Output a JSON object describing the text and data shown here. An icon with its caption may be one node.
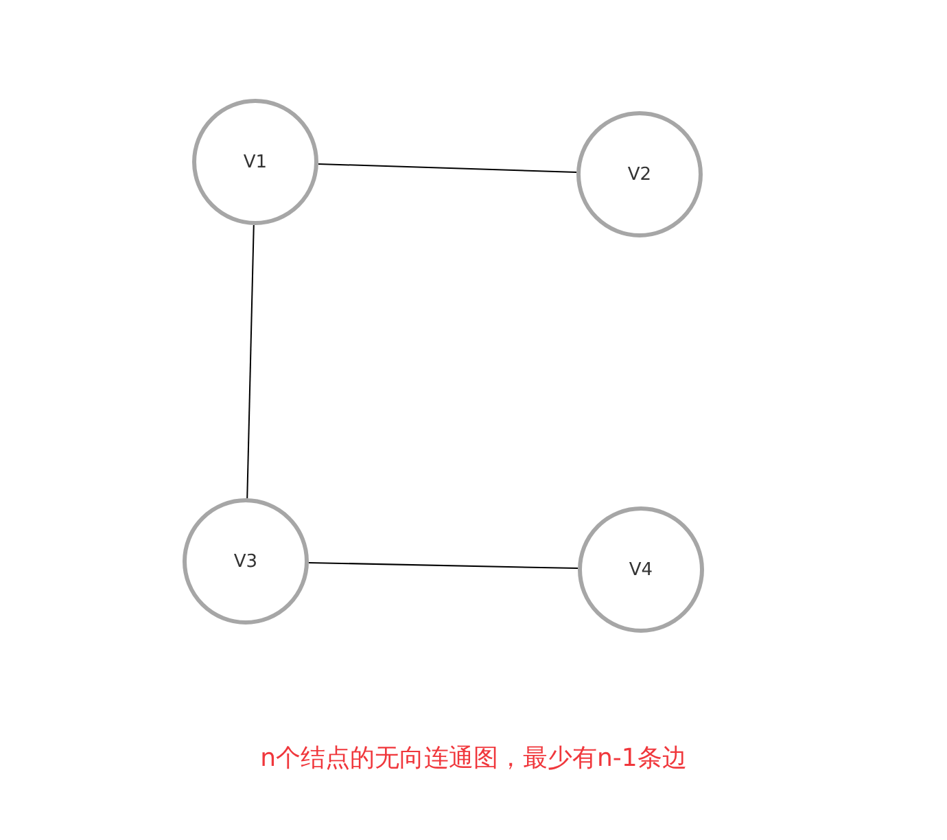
{
  "diagram": {
    "caption": "n个结点的无向连通图，最少有n-1条边",
    "nodes": [
      {
        "text": [
          "V1"
        ]
      },
      {
        "text": [
          "V2"
        ]
      },
      {
        "text": [
          "V3"
        ]
      },
      {
        "text": [
          "V4"
        ]
      }
    ],
    "edges": [
      {
        "from": 0,
        "to": 1,
        "arrow": "none"
      },
      {
        "from": 0,
        "to": 2,
        "arrow": "none"
      },
      {
        "from": 2,
        "to": 3,
        "arrow": "none"
      }
    ]
  }
}
